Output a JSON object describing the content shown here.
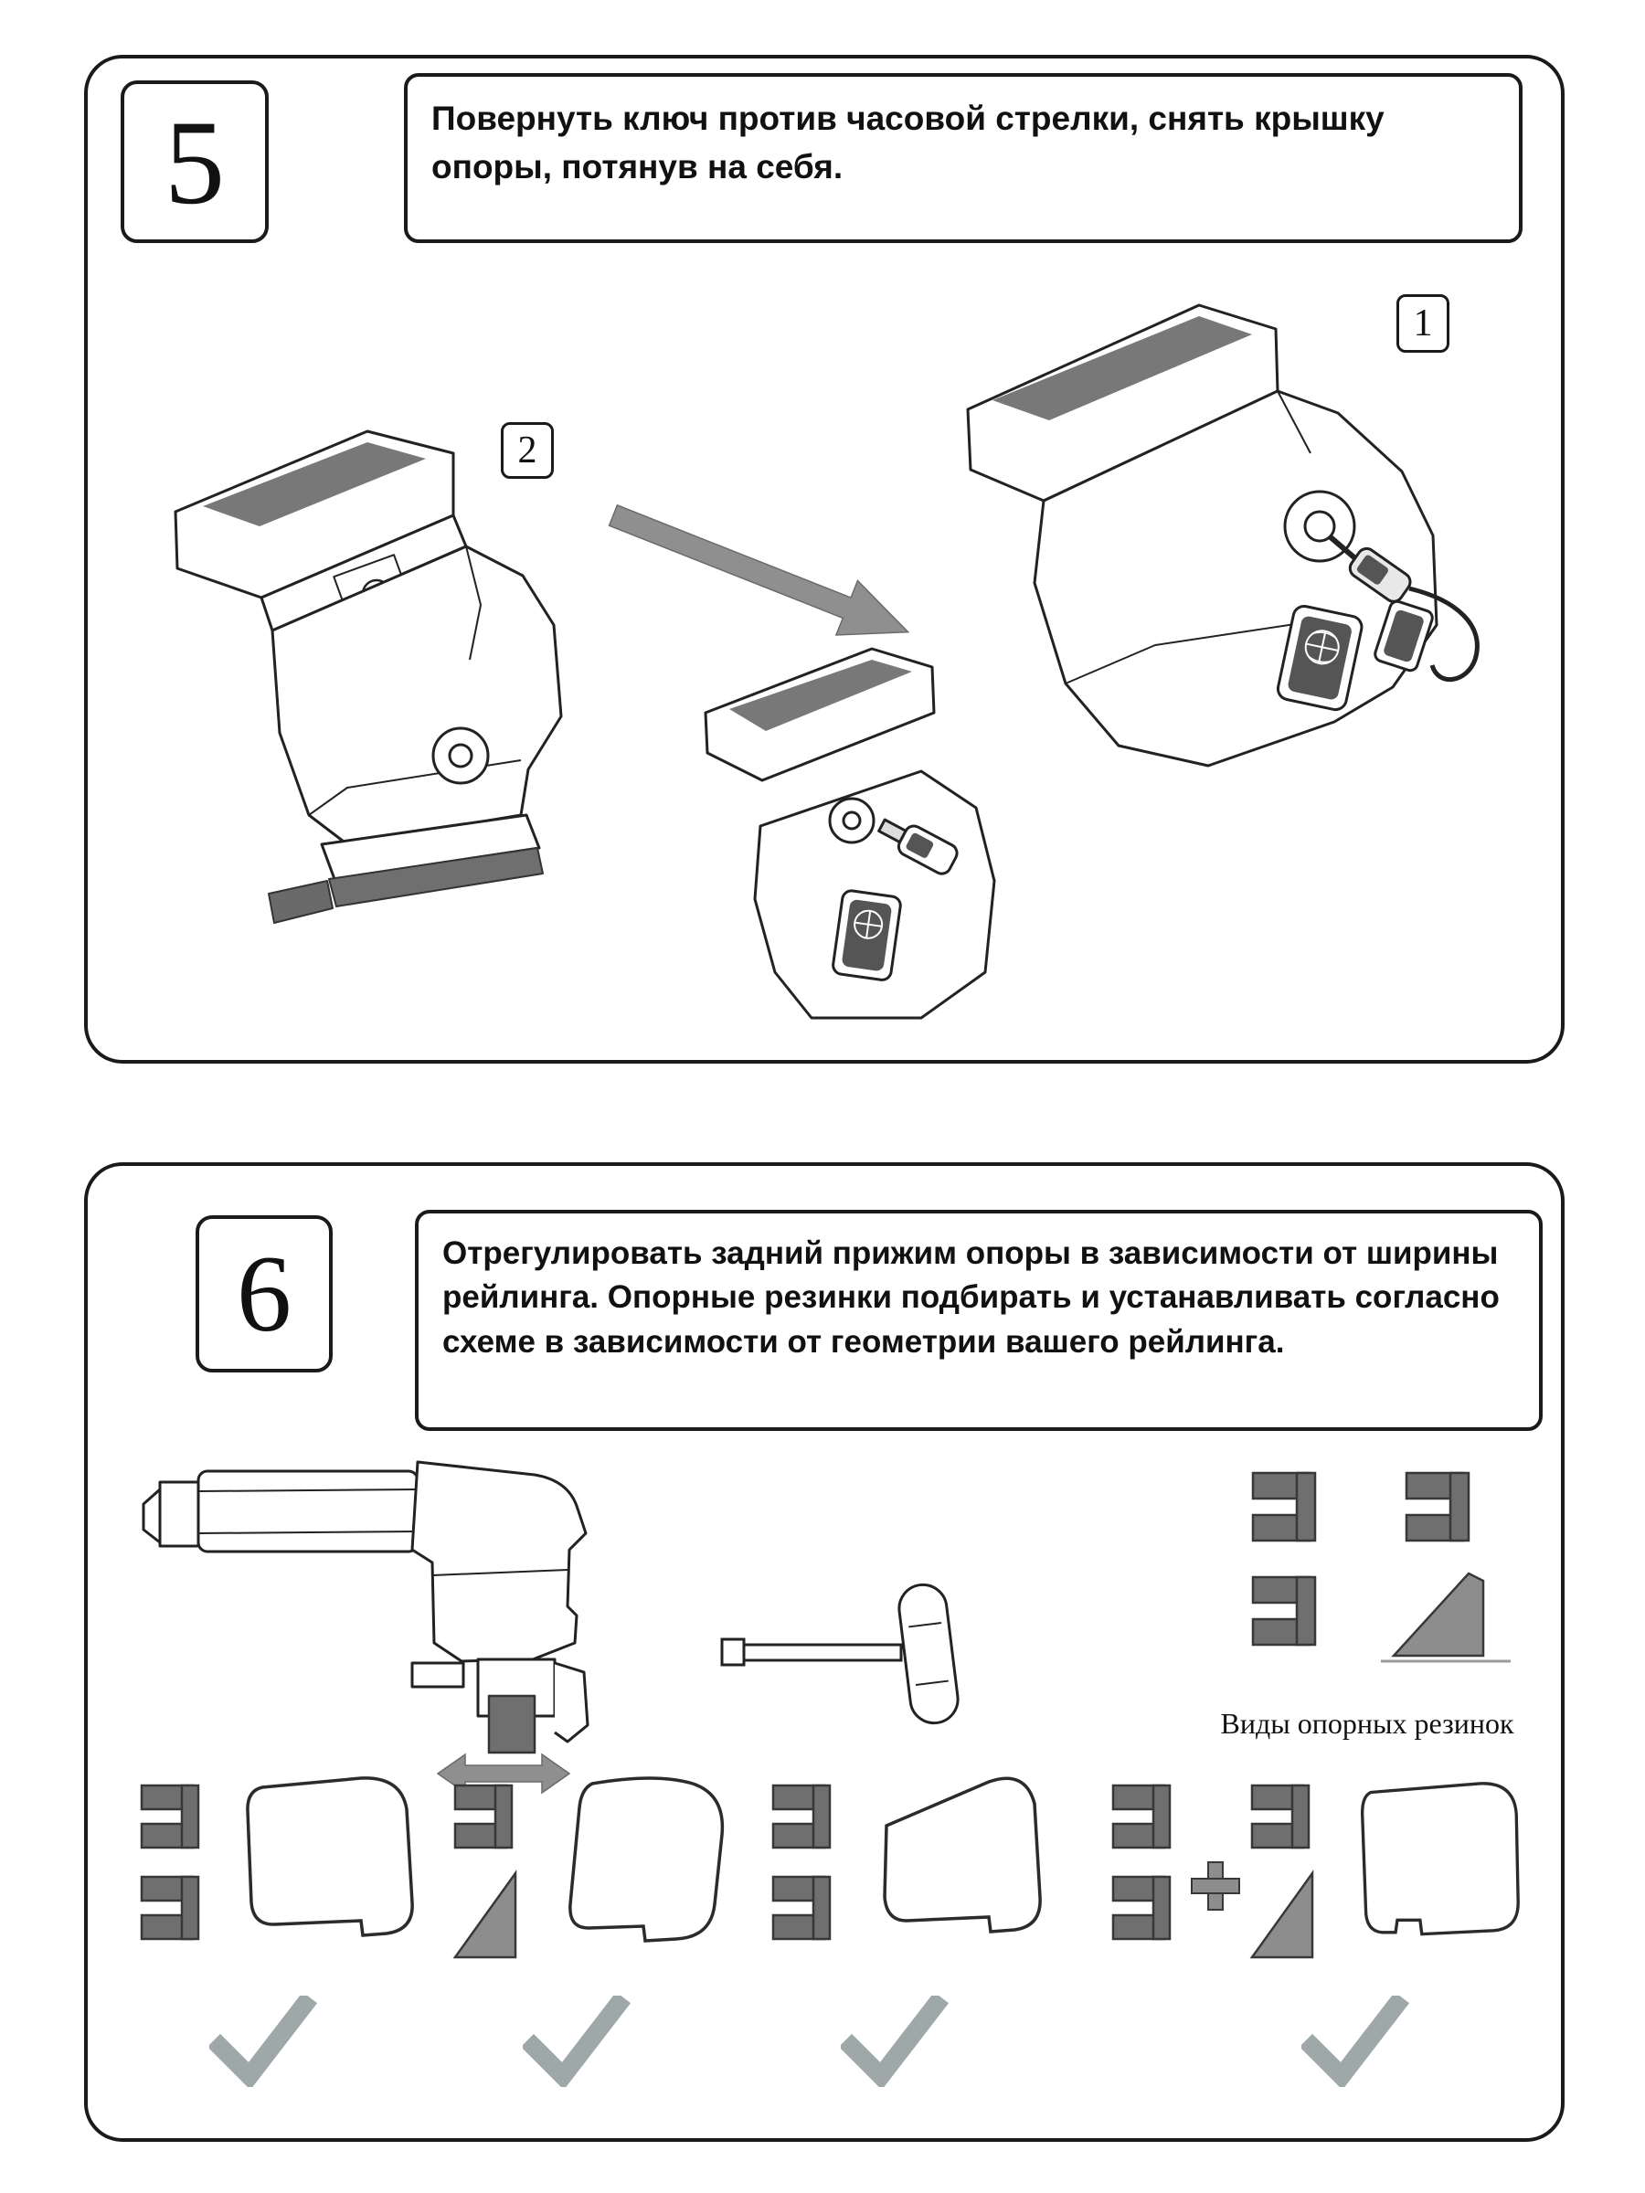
{
  "page": {
    "background": "#ffffff"
  },
  "colors": {
    "ink": "#1a1a1a",
    "dark_fill": "#6f6f6f",
    "stripe_fill": "#787878",
    "arrow_gray": "#8f8f8f",
    "check_gray": "#9fa8a8"
  },
  "icons": {
    "checkmark": "✓",
    "double_arrow": "↔",
    "plus": "+"
  },
  "step5": {
    "number": "5",
    "instruction": "Повернуть ключ  против часовой стрелки, снять крышку опоры, потянув на себя.",
    "callouts": {
      "assembled_foot": "1",
      "opened_foot": "2"
    }
  },
  "step6": {
    "number": "6",
    "instruction": "Отрегулировать задний прижим опоры в зависимости от ширины рейлинга. Опорные резинки подбирать и устанавливать согласно схеме в зависимости от геометрии вашего рейлинга.",
    "pads_caption": "Виды опорных резинок"
  }
}
